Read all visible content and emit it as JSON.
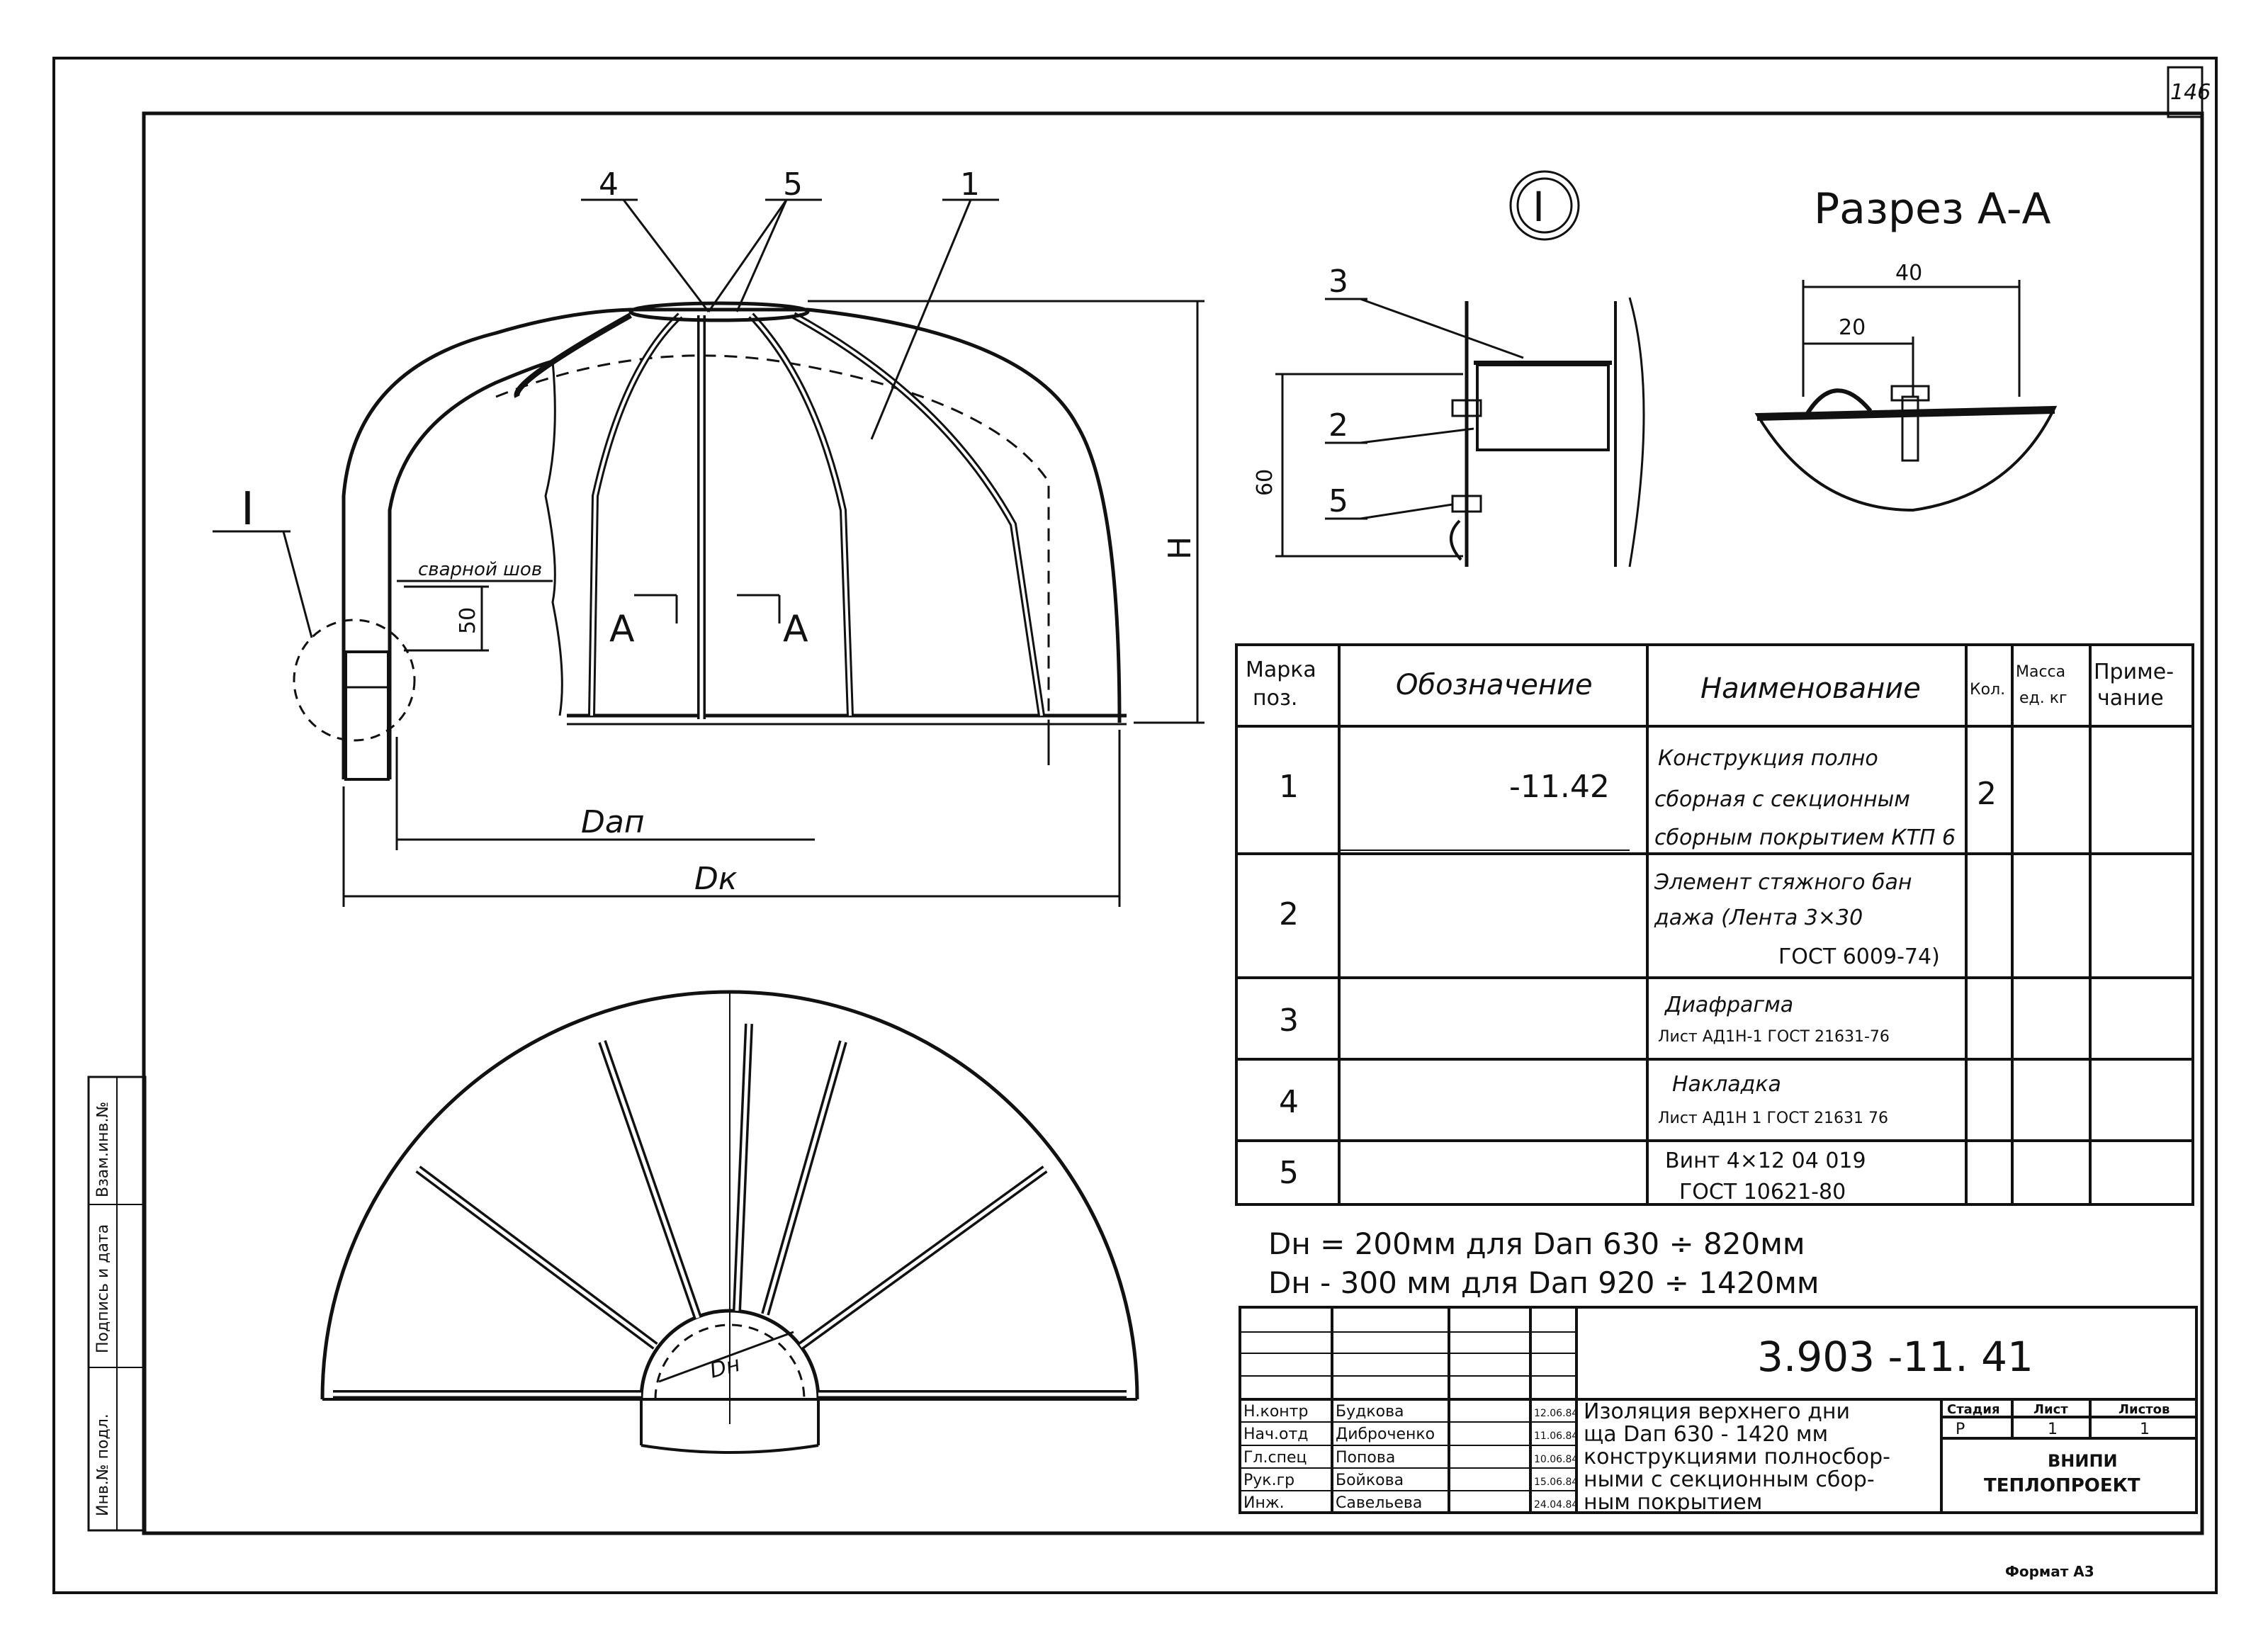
{
  "sheet_number": "146",
  "labels": {
    "callout_I": "I",
    "callout_4": "4",
    "callout_5": "5",
    "callout_1": "1",
    "weld": "сварной шов",
    "dim_50": "50",
    "dim_H": "H",
    "dim_Dap": "Dап",
    "dim_Dk": "Dк",
    "dim_Dn": "Dн",
    "section_A_left": "A",
    "section_A_right": "A",
    "detail_I": "I",
    "detail_3": "3",
    "detail_2": "2",
    "detail_5": "5",
    "detail_60": "60",
    "section_title": "Разрез А-А",
    "section_40": "40",
    "section_20": "20"
  },
  "spec_table": {
    "headers": [
      "Марка поз.",
      "Обозначение",
      "Наименование",
      "Кол.",
      "Масса ед. кг",
      "Приме- чание"
    ],
    "rows": [
      {
        "mark": "1",
        "designation": "-11.42",
        "name": [
          "Конструкция полно",
          "сборная с секционным",
          "сборным покрытием КТП 6"
        ],
        "qty": "2"
      },
      {
        "mark": "2",
        "designation": "",
        "name": [
          "Элемент стяжного бан",
          "дажа (Лента 3×30",
          "ГОСТ 6009-74)"
        ],
        "qty": ""
      },
      {
        "mark": "3",
        "designation": "",
        "name": [
          "Диафрагма",
          "Лист АД1Н-1 ГОСТ 21631-76"
        ],
        "qty": ""
      },
      {
        "mark": "4",
        "designation": "",
        "name": [
          "Накладка",
          "Лист АД1Н 1 ГОСТ 21631 76"
        ],
        "qty": ""
      },
      {
        "mark": "5",
        "designation": "",
        "name": [
          "Винт 4×12 04 019",
          "ГОСТ 10621-80"
        ],
        "qty": ""
      }
    ]
  },
  "notes": [
    "Dн = 200мм для Dап 630 ÷ 820мм",
    "Dн - 300 мм для Dап 920 ÷ 1420мм"
  ],
  "title_block": {
    "code": "3.903 -11. 41",
    "description": [
      "Изоляция верхнего дни",
      "ща Dап 630 - 1420 мм",
      "конструкциями полносбор-",
      "ными с секционным сбор-",
      "ным покрытием"
    ],
    "stage_header": "Стадия",
    "sheet_header": "Лист",
    "sheets_header": "Листов",
    "stage": "Р",
    "sheet": "1",
    "sheets": "1",
    "org": [
      "ВНИПИ",
      "ТЕПЛОПРОЕКТ"
    ],
    "roles": [
      {
        "role": "Н.контр",
        "name": "Будкова",
        "date": "12.06.84"
      },
      {
        "role": "Нач.отд",
        "name": "Диброченко",
        "date": "11.06.84"
      },
      {
        "role": "Гл.спец",
        "name": "Попова",
        "date": "10.06.84"
      },
      {
        "role": "Рук.гр",
        "name": "Бойкова",
        "date": "15.06.84"
      },
      {
        "role": "Инж.",
        "name": "Савельева",
        "date": "24.04.84"
      }
    ]
  },
  "side_stamp": [
    "Инв.№ подл.",
    "Подпись и дата",
    "Взам.инв.№"
  ],
  "format": "Формат А3"
}
